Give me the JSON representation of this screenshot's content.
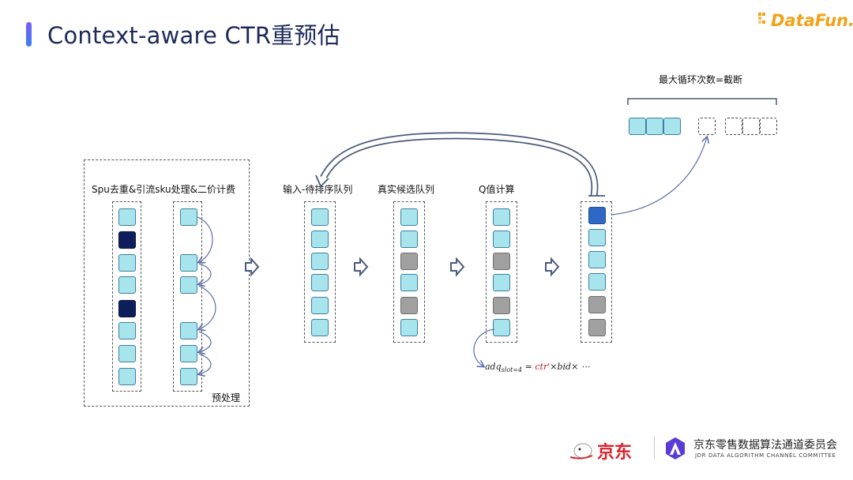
{
  "header": {
    "title": "Context-aware CTR重预估",
    "logo_text": "DataFun."
  },
  "labels": {
    "preprocess_title": "Spu去重&引流sku处理&二价计费",
    "preprocess_note": "预处理",
    "input_queue": "输入-待排序队列",
    "candidate_queue": "真实候选队列",
    "q_calc": "Q值计算",
    "max_loop": "最大循环次数=截断"
  },
  "formula": {
    "lhs": "adq",
    "sub": "slot=4",
    "eq": " = ",
    "ctr": "ctr'",
    "rest": "×bid× ⋯"
  },
  "columns": {
    "spu": [
      "light",
      "dark",
      "light",
      "light",
      "dark",
      "light",
      "light",
      "light"
    ],
    "sku": [
      "light",
      "light",
      "light",
      "light",
      "light",
      "light"
    ],
    "input": [
      "light",
      "light",
      "light",
      "light",
      "light",
      "light"
    ],
    "candidate": [
      "light",
      "light",
      "gray",
      "light",
      "gray",
      "light"
    ],
    "q": [
      "light",
      "light",
      "gray",
      "light",
      "gray",
      "light"
    ],
    "output": [
      "blue",
      "light",
      "light",
      "light",
      "gray",
      "gray"
    ],
    "result_filled": [
      "light",
      "light",
      "light"
    ],
    "result_empty": [
      "empty",
      "empty",
      "empty",
      "empty"
    ]
  },
  "colors": {
    "cell_fill": "#a8e4ec",
    "dark_cell": "#0e1e5a",
    "gray_cell": "#a0a0a0",
    "selected_cell": "#2f68c4",
    "arrow": "#5b6ea8",
    "title": "#1d2a5a"
  },
  "footer": {
    "jd_logo_text": "京东",
    "committee_cn": "京东零售数据算法通道委员会",
    "committee_en": "JDR DATA ALGORITHM CHANNEL COMMITTEE"
  }
}
